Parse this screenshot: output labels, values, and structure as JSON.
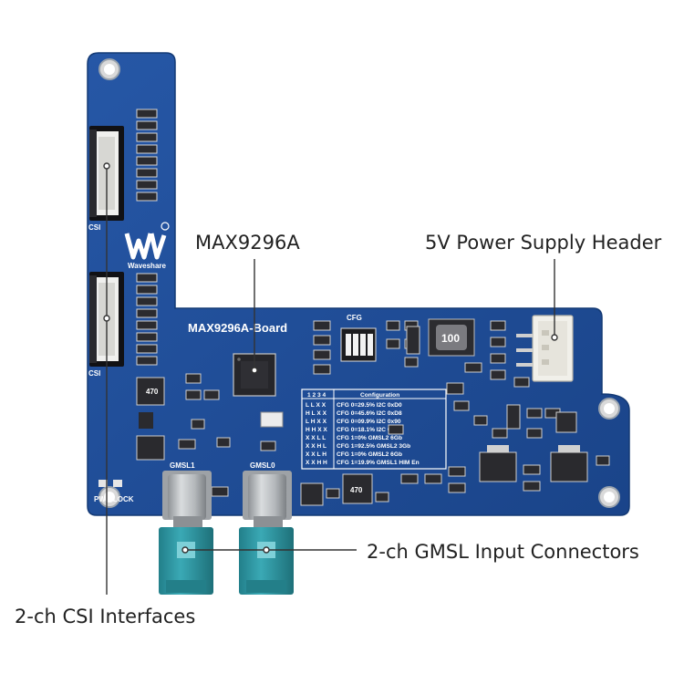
{
  "callouts": {
    "chip": "MAX9296A",
    "power": "5V Power Supply Header",
    "gmsl": "2-ch GMSL Input Connectors",
    "csi": "2-ch CSI Interfaces"
  },
  "silkscreen": {
    "board_name": "MAX9296A-Board",
    "brand": "Waveshare",
    "cfg": "CFG",
    "gmsl1": "GMSL1",
    "gmsl0": "GMSL0",
    "pwr_lock": "PWR LOCK",
    "csi_a": "CSI",
    "csi_b": "CSI",
    "inductor_a": "470",
    "inductor_b": "470",
    "inductor_top": "100"
  },
  "config_table": {
    "title": "Configuration",
    "header": "1 2 3 4",
    "rows": [
      {
        "code": "L L X X",
        "desc": "CFG 0=29.5% I2C 0xD0"
      },
      {
        "code": "H L X X",
        "desc": "CFG 0=45.6% I2C 0xD8"
      },
      {
        "code": "L H X X",
        "desc": "CFG 0=09.9% I2C 0x90"
      },
      {
        "code": "H H X X",
        "desc": "CFG 0=18.1% I2C 0x94"
      },
      {
        "code": "X X L L",
        "desc": "CFG 1=0%    GMSL2 6Gb"
      },
      {
        "code": "X X H L",
        "desc": "CFG 1=92.5% GMSL2 3Gb"
      },
      {
        "code": "X X L H",
        "desc": "CFG 1=0%    GMSL2 6Gb"
      },
      {
        "code": "X X H H",
        "desc": "CFG 1=19.9% GMSL1 HIM En"
      }
    ]
  },
  "colors": {
    "pcb": "#1f4f9a",
    "pcb_dark": "#173f80",
    "silk": "#ffffff",
    "fakra": "#2f9aa6",
    "metal": "#b9bcbf",
    "chip": "#2a2a2e",
    "callout_text": "#222222"
  }
}
